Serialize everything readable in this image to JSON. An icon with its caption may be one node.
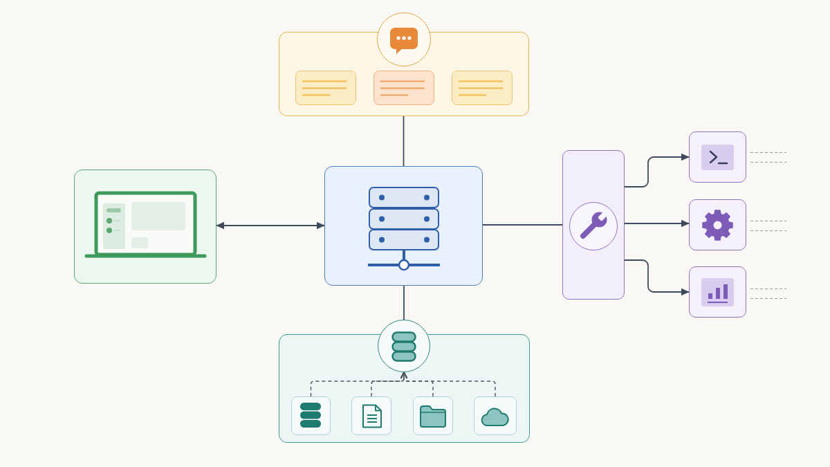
{
  "diagram": {
    "nodes": [
      {
        "text": [],
        "shape": "box"
      },
      {
        "text": [],
        "shape": "circle"
      },
      {
        "text": [],
        "shape": "box",
        "in": 0
      },
      {
        "text": [],
        "shape": "box",
        "in": 0
      },
      {
        "text": [],
        "shape": "box",
        "in": 0
      },
      {
        "text": [],
        "shape": "box"
      },
      {
        "text": [],
        "shape": "box"
      },
      {
        "text": [],
        "shape": "box"
      },
      {
        "text": [],
        "shape": "circle",
        "in": 7
      },
      {
        "text": [],
        "shape": "box"
      },
      {
        "text": [],
        "shape": "box"
      },
      {
        "text": [],
        "shape": "box"
      },
      {
        "text": [],
        "shape": "box"
      },
      {
        "text": [],
        "shape": "circle"
      },
      {
        "text": [],
        "shape": "box",
        "in": 12
      },
      {
        "text": [],
        "shape": "box",
        "in": 12
      },
      {
        "text": [],
        "shape": "box",
        "in": 12
      },
      {
        "text": [],
        "shape": "box",
        "in": 12
      }
    ],
    "edges": [
      {
        "from": 0,
        "to": 6,
        "arrow": "none"
      },
      {
        "from": 5,
        "to": 6,
        "arrow": "both"
      },
      {
        "from": 6,
        "to": 7,
        "arrow": "none"
      },
      {
        "from": 6,
        "to": 13,
        "arrow": "none"
      },
      {
        "from": 7,
        "to": 9,
        "arrow": "to"
      },
      {
        "from": 7,
        "to": 10,
        "arrow": "to"
      },
      {
        "from": 7,
        "to": 11,
        "arrow": "to"
      },
      {
        "from": 14,
        "to": 13,
        "arrow": "to",
        "style": "dashed"
      },
      {
        "from": 15,
        "to": 13,
        "arrow": "to",
        "style": "dashed"
      },
      {
        "from": 16,
        "to": 13,
        "arrow": "to",
        "style": "dashed"
      },
      {
        "from": 17,
        "to": 13,
        "arrow": "to",
        "style": "dashed"
      }
    ]
  }
}
